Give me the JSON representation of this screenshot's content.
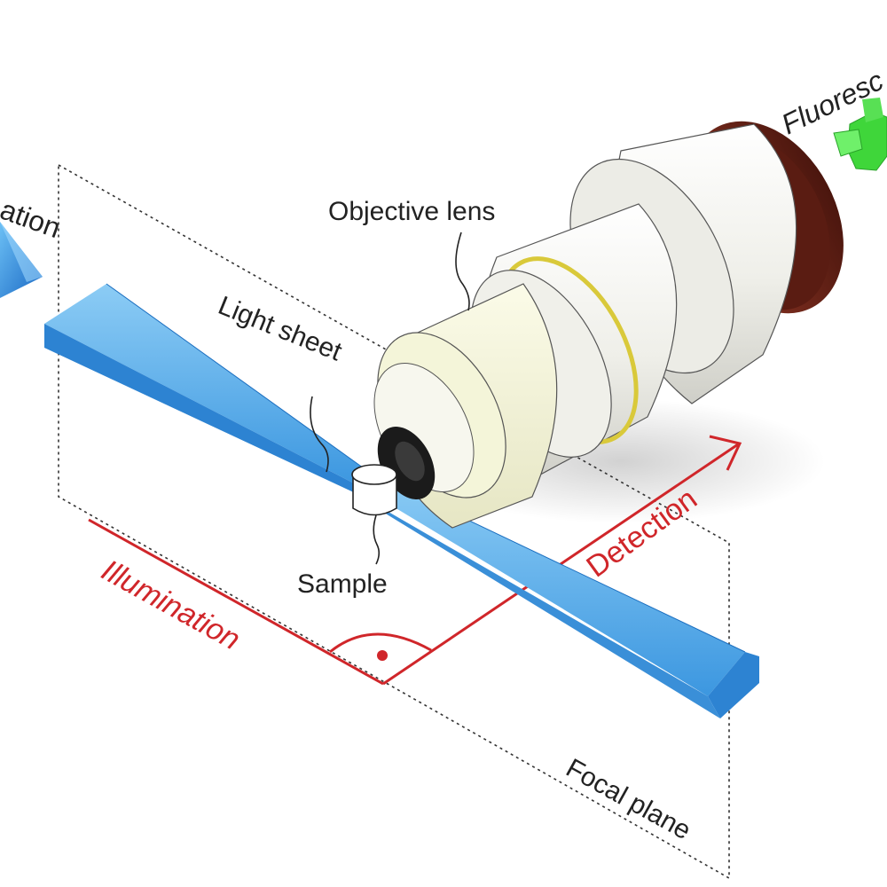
{
  "labels": {
    "illumination_top": "ation",
    "fluorescence": "Fluoresc",
    "objective_lens": "Objective lens",
    "light_sheet": "Light sheet",
    "sample": "Sample",
    "illumination_axis": "Illumination",
    "detection_axis": "Detection",
    "focal_plane": "Focal plane"
  },
  "colors": {
    "sheet": "#4aa6e8",
    "sheet_dark": "#1c6fc0",
    "axis_red": "#d0262a",
    "lens_body": "#f1f1ec",
    "lens_front": "#f4f5d9",
    "lens_ring": "#d9c93a",
    "lens_back": "#6a2418",
    "fluorescence": "#3fd63a"
  }
}
